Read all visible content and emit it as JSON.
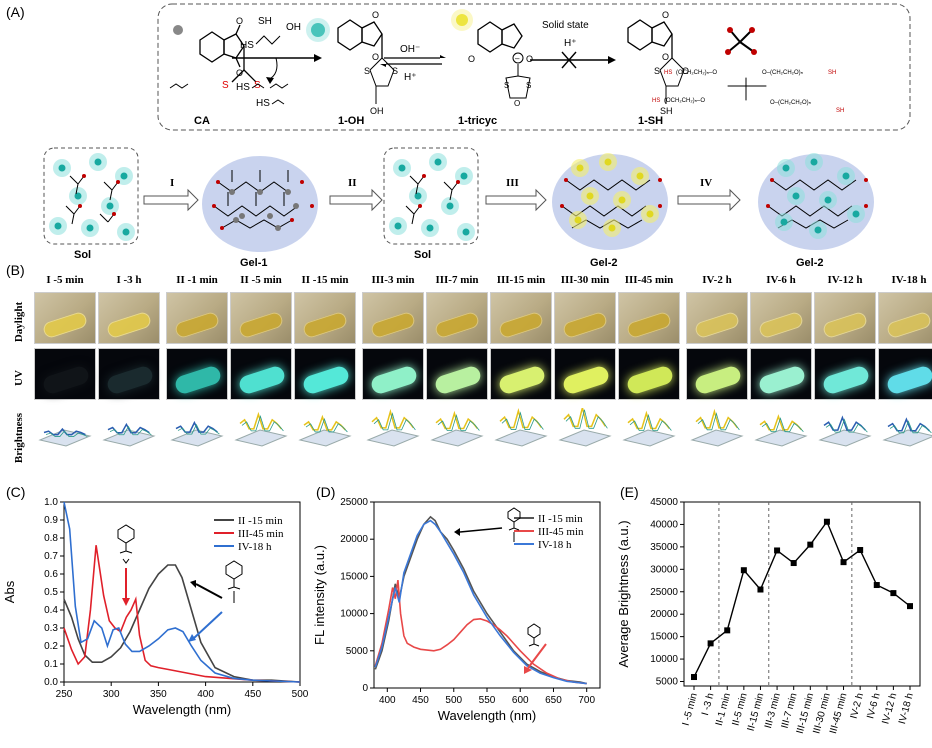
{
  "panels": {
    "A": "(A)",
    "B": "(B)",
    "C": "(C)",
    "D": "(D)",
    "E": "(E)"
  },
  "scheme": {
    "compounds": {
      "ca": "CA",
      "oh": "1-OH",
      "tricyc": "1-tricyc",
      "sh": "1-SH"
    },
    "reagent": "HS⌒SH / OH",
    "byproduct": "HS‑ / HS‑",
    "oh_minus": "OH⁻",
    "h_plus": "H⁺",
    "solid_state": "Solid state",
    "h_plus2": "H⁺",
    "sh_label": "SH",
    "hs_label": "HS"
  },
  "flow": {
    "steps": [
      "Sol",
      "Gel-1",
      "Sol",
      "Gel-2",
      "Gel-2"
    ],
    "arrows": [
      "I",
      "II",
      "III",
      "IV"
    ]
  },
  "photos": {
    "time_labels": [
      "I -5 min",
      "I -3 h",
      "II -1 min",
      "II -5 min",
      "II -15 min",
      "III-3 min",
      "III-7 min",
      "III-15 min",
      "III-30 min",
      "III-45 min",
      "IV-2 h",
      "IV-6 h",
      "IV-12 h",
      "IV-18 h"
    ],
    "rows": [
      "Daylight",
      "UV",
      "Brightness"
    ],
    "uv_colors": [
      "#101418",
      "#1a2a2e",
      "#2fb8a8",
      "#4fe0d0",
      "#54e8d8",
      "#8ff0c8",
      "#b8f0a0",
      "#d8f070",
      "#e0f060",
      "#d0e858",
      "#c8ee80",
      "#9af0d0",
      "#70e8d8",
      "#60dce8"
    ]
  },
  "chart_data": [
    {
      "type": "line",
      "panel": "C",
      "xlabel": "Wavelength (nm)",
      "ylabel": "Abs",
      "xlim": [
        250,
        500
      ],
      "ylim": [
        0.0,
        1.0
      ],
      "xticks": [
        250,
        300,
        350,
        400,
        450,
        500
      ],
      "yticks": [
        0.0,
        0.1,
        0.2,
        0.3,
        0.4,
        0.5,
        0.6,
        0.7,
        0.8,
        0.9,
        1.0
      ],
      "series": [
        {
          "name": "II -15 min",
          "color": "#444444",
          "x": [
            250,
            258,
            265,
            272,
            280,
            290,
            300,
            310,
            320,
            330,
            340,
            350,
            360,
            368,
            375,
            385,
            395,
            410,
            430,
            450,
            470,
            500
          ],
          "y": [
            0.46,
            0.36,
            0.24,
            0.15,
            0.11,
            0.11,
            0.14,
            0.19,
            0.28,
            0.4,
            0.52,
            0.6,
            0.65,
            0.65,
            0.58,
            0.4,
            0.22,
            0.08,
            0.03,
            0.01,
            0.01,
            0.0
          ]
        },
        {
          "name": "III-45 min",
          "color": "#e0202a",
          "x": [
            250,
            258,
            265,
            272,
            278,
            284,
            288,
            292,
            298,
            304,
            310,
            316,
            321,
            326,
            330,
            336,
            342,
            350,
            360,
            380,
            400,
            450,
            500
          ],
          "y": [
            0.3,
            0.18,
            0.1,
            0.14,
            0.4,
            0.76,
            0.62,
            0.48,
            0.34,
            0.3,
            0.28,
            0.36,
            0.4,
            0.46,
            0.26,
            0.12,
            0.09,
            0.08,
            0.07,
            0.05,
            0.03,
            0.01,
            0.0
          ]
        },
        {
          "name": "IV-18 h",
          "color": "#2f6fd0",
          "x": [
            250,
            256,
            262,
            268,
            275,
            282,
            290,
            296,
            302,
            308,
            315,
            322,
            330,
            340,
            350,
            360,
            368,
            376,
            385,
            395,
            410,
            430,
            450,
            500
          ],
          "y": [
            1.0,
            0.85,
            0.42,
            0.22,
            0.24,
            0.34,
            0.3,
            0.2,
            0.29,
            0.3,
            0.21,
            0.17,
            0.17,
            0.2,
            0.24,
            0.29,
            0.3,
            0.28,
            0.2,
            0.12,
            0.05,
            0.02,
            0.01,
            0.0
          ]
        }
      ]
    },
    {
      "type": "line",
      "panel": "D",
      "xlabel": "Wavelength (nm)",
      "ylabel": "FL intensity (a.u.)",
      "xlim": [
        380,
        720
      ],
      "ylim": [
        0,
        25000
      ],
      "xticks": [
        400,
        450,
        500,
        550,
        600,
        650,
        700
      ],
      "yticks": [
        0,
        5000,
        10000,
        15000,
        20000,
        25000
      ],
      "series": [
        {
          "name": "II -15 min",
          "color": "#555555",
          "x": [
            382,
            392,
            402,
            412,
            418,
            425,
            435,
            445,
            455,
            465,
            472,
            480,
            490,
            500,
            515,
            530,
            550,
            570,
            590,
            610,
            630,
            650,
            670,
            690,
            700
          ],
          "y": [
            2500,
            5000,
            9000,
            14000,
            12000,
            15000,
            17500,
            20000,
            22000,
            23000,
            22500,
            21000,
            20000,
            18500,
            16000,
            13000,
            10000,
            7500,
            5000,
            3200,
            2200,
            1500,
            1000,
            800,
            600
          ]
        },
        {
          "name": "III-45 min",
          "color": "#e84848",
          "x": [
            382,
            392,
            402,
            408,
            412,
            416,
            420,
            425,
            430,
            440,
            450,
            460,
            470,
            480,
            490,
            500,
            510,
            520,
            530,
            540,
            550,
            560,
            570,
            580,
            590,
            600,
            620,
            640,
            660,
            680,
            700
          ],
          "y": [
            3000,
            6000,
            10500,
            13500,
            12000,
            14500,
            10000,
            7000,
            6000,
            5500,
            5200,
            5100,
            5000,
            5200,
            5800,
            6500,
            7500,
            8500,
            9200,
            9300,
            9000,
            8500,
            7800,
            7000,
            6000,
            5000,
            3200,
            2000,
            1200,
            800,
            600
          ]
        },
        {
          "name": "IV-18 h",
          "color": "#3b78d8",
          "x": [
            382,
            392,
            402,
            412,
            418,
            425,
            435,
            445,
            455,
            465,
            472,
            480,
            490,
            500,
            515,
            530,
            550,
            570,
            590,
            610,
            630,
            650,
            670,
            690,
            700
          ],
          "y": [
            2800,
            5500,
            9500,
            13500,
            11500,
            15500,
            18000,
            20500,
            22000,
            22500,
            22000,
            21000,
            19500,
            18000,
            15500,
            12500,
            9500,
            7000,
            4800,
            3000,
            2000,
            1400,
            900,
            700,
            600
          ]
        }
      ]
    },
    {
      "type": "line",
      "panel": "E",
      "xlabel": "",
      "ylabel": "Average Brightness (a.u.)",
      "ylim": [
        4000,
        45000
      ],
      "yticks": [
        5000,
        10000,
        15000,
        20000,
        25000,
        30000,
        35000,
        40000,
        45000
      ],
      "categories": [
        "I -5 min",
        "I -3 h",
        "II-1 min",
        "II-5 min",
        "II-15 min",
        "III-3 min",
        "III-7 min",
        "III-15 min",
        "III-30 min",
        "III-45 min",
        "IV-2 h",
        "IV-6 h",
        "IV-12 h",
        "IV-18 h"
      ],
      "series": [
        {
          "color": "#000000",
          "values": [
            6000,
            13500,
            16400,
            29800,
            25500,
            34200,
            31400,
            35500,
            40600,
            31600,
            34300,
            26500,
            24700,
            21800
          ]
        }
      ],
      "dividers_after": [
        1,
        4,
        9
      ]
    }
  ]
}
